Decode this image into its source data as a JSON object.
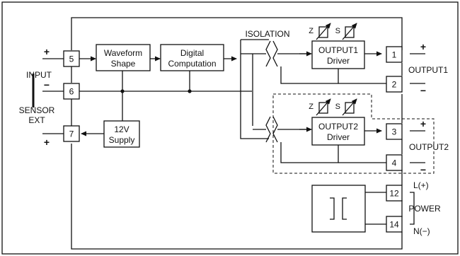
{
  "input": {
    "label": "INPUT",
    "plus": "+",
    "minus": "−"
  },
  "sensor_ext": {
    "line1": "SENSOR",
    "line2": "EXT",
    "plus": "+"
  },
  "terminals": {
    "t5": "5",
    "t6": "6",
    "t7": "7",
    "t1": "1",
    "t2": "2",
    "t3": "3",
    "t4": "4",
    "t12": "12",
    "t14": "14"
  },
  "blocks": {
    "waveform": [
      "Waveform",
      "Shape"
    ],
    "digital": [
      "Digital",
      "Computation"
    ],
    "supply": [
      "12V",
      "Supply"
    ],
    "out1": [
      "OUTPUT1",
      "Driver"
    ],
    "out2": [
      "OUTPUT2",
      "Driver"
    ]
  },
  "isolation": {
    "label": "ISOLATION"
  },
  "adjust": {
    "zero": "Z",
    "span": "S"
  },
  "output1": {
    "label": "OUTPUT1",
    "plus": "+",
    "minus": "−"
  },
  "output2": {
    "label": "OUTPUT2",
    "plus": "+",
    "minus": "−"
  },
  "power": {
    "label": "POWER",
    "l": "L(+)",
    "n": "N(−)"
  }
}
